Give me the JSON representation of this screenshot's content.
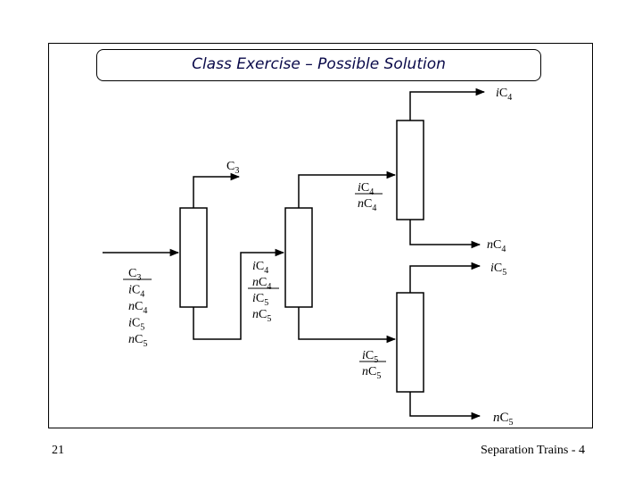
{
  "slide": {
    "title": "Class Exercise – Possible Solution",
    "page_number": "21",
    "footer": "Separation Trains - 4"
  },
  "diagram": {
    "feed": {
      "lines": [
        {
          "prefix": "",
          "base": "C",
          "sub": "3"
        },
        {
          "prefix": "i",
          "base": "C",
          "sub": "4"
        },
        {
          "prefix": "n",
          "base": "C",
          "sub": "4"
        },
        {
          "prefix": "i",
          "base": "C",
          "sub": "5"
        },
        {
          "prefix": "n",
          "base": "C",
          "sub": "5"
        }
      ]
    },
    "col1_top": {
      "prefix": "",
      "base": "C",
      "sub": "3"
    },
    "col1_bottom": {
      "lines": [
        {
          "prefix": "i",
          "base": "C",
          "sub": "4"
        },
        {
          "prefix": "n",
          "base": "C",
          "sub": "4"
        },
        {
          "prefix": "i",
          "base": "C",
          "sub": "5"
        },
        {
          "prefix": "n",
          "base": "C",
          "sub": "5"
        }
      ]
    },
    "col2_top": {
      "lines": [
        {
          "prefix": "i",
          "base": "C",
          "sub": "4"
        },
        {
          "prefix": "n",
          "base": "C",
          "sub": "4"
        }
      ]
    },
    "col2_bottom": {
      "lines": [
        {
          "prefix": "i",
          "base": "C",
          "sub": "5"
        },
        {
          "prefix": "n",
          "base": "C",
          "sub": "5"
        }
      ]
    },
    "col3_top": {
      "prefix": "i",
      "base": "C",
      "sub": "4"
    },
    "col3_bottom": {
      "prefix": "n",
      "base": "C",
      "sub": "4"
    },
    "col4_top": {
      "prefix": "i",
      "base": "C",
      "sub": "5"
    },
    "col4_bottom": {
      "prefix": "n",
      "base": "C",
      "sub": "5"
    }
  }
}
